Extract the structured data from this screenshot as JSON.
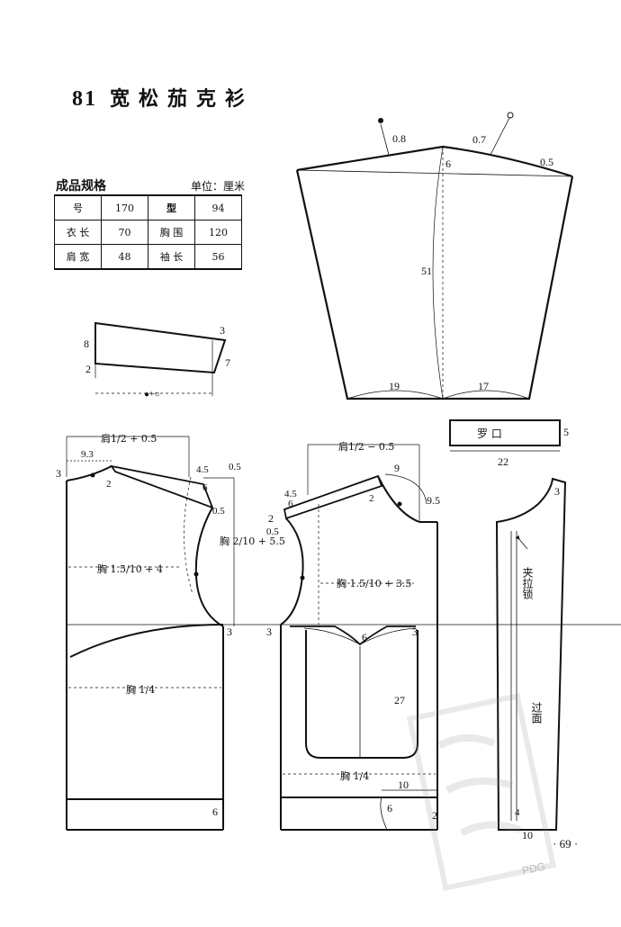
{
  "title": {
    "number": "81",
    "text": "宽松茄克衫"
  },
  "spec": {
    "heading": "成品规格",
    "unit": "单位：厘米",
    "rows": [
      [
        "号",
        "170",
        "型",
        "94"
      ],
      [
        "衣 长",
        "70",
        "胸 围",
        "120"
      ],
      [
        "肩 宽",
        "48",
        "袖 长",
        "56"
      ]
    ]
  },
  "labels": {
    "sleeve": {
      "cap_front": "0.8",
      "cap_back": "0.7",
      "cap_end": "0.5",
      "top": "6",
      "length": "51",
      "hem_left": "19",
      "hem_right": "17"
    },
    "collar": {
      "right_top": "3",
      "height": "8",
      "left_bottom": "2",
      "right_bottom": "7",
      "length": "●+○"
    },
    "cuff": {
      "text": "罗 口",
      "height": "5",
      "length": "22"
    },
    "back": {
      "shoulder_formula": "肩1/2 + 0.5",
      "neck_width": "9.3",
      "neck_left": "3",
      "neck_drop": "2",
      "shoulder_4_5": "4.5",
      "shoulder_0_5a": "0.5",
      "shoulder_6": "6",
      "shoulder_0_5b": "0.5",
      "armhole_formula": "胸 2/10 + 5.5",
      "chest_depth": "胸 1.5/10 + 4",
      "armhole_3": "3",
      "chest_quarter": "胸 1/4",
      "hem_6": "6"
    },
    "front": {
      "shoulder_formula": "肩1/2 − 0.5",
      "neck_9": "9",
      "neck_9_5": "9.5",
      "shoulder_4_5": "4.5",
      "shoulder_2": "2",
      "shoulder_6": "6",
      "shoulder_0_5": "0.5",
      "neck_drop_2": "2",
      "chest_depth": "胸 1.5/10 + 3.5",
      "armhole_3": "3",
      "yoke_6": "6",
      "yoke_3": "3",
      "pocket_27": "27",
      "chest_quarter": "胸 1/4",
      "hem_10": "10",
      "hem_6": "6",
      "hem_2": "2"
    },
    "facing": {
      "top": "3",
      "zipper": "夹拉锁",
      "facing": "过面",
      "bottom_4": "4",
      "bottom_10": "10"
    }
  },
  "page_number": "· 69 ·",
  "watermark": "PDG"
}
